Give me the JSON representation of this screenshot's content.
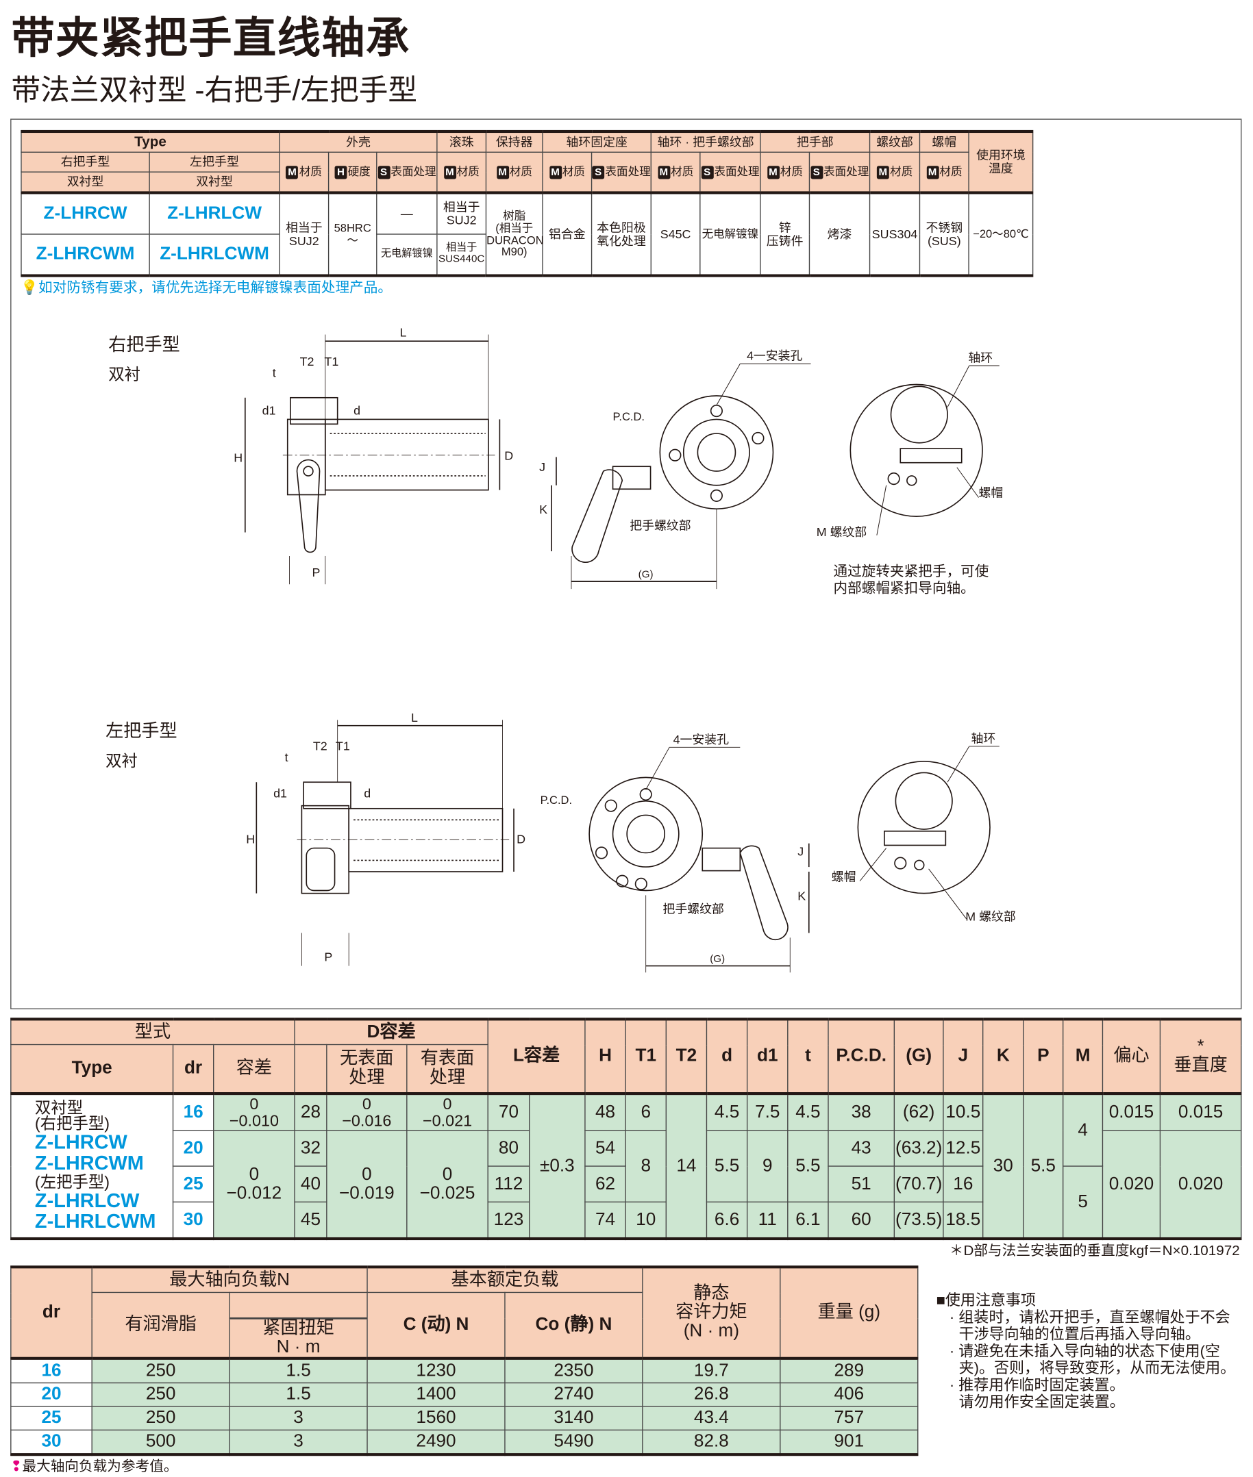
{
  "title": "带夹紧把手直线轴承",
  "subtitle": "带法兰双衬型 -右把手/左把手型",
  "material_table": {
    "header": {
      "type": "Type",
      "housing": "外壳",
      "ball": "滚珠",
      "retainer": "保持器",
      "collar_seat": "轴环固定座",
      "collar_thread": "轴环 · 把手螺纹部",
      "handle": "把手部",
      "thread": "螺纹部",
      "nut": "螺帽",
      "env_temp": "使用环境\n温度",
      "right_handle": "右把手型",
      "left_handle": "左把手型",
      "double_right": "双衬型",
      "double_left": "双衬型"
    },
    "subheaders": [
      {
        "badge": "M",
        "label": "材质"
      },
      {
        "badge": "H",
        "label": "硬度"
      },
      {
        "badge": "S",
        "label": "表面处理"
      },
      {
        "badge": "M",
        "label": "材质"
      },
      {
        "badge": "M",
        "label": "材质"
      },
      {
        "badge": "M",
        "label": "材质"
      },
      {
        "badge": "S",
        "label": "表面处理"
      },
      {
        "badge": "M",
        "label": "材质"
      },
      {
        "badge": "S",
        "label": "表面处理"
      },
      {
        "badge": "M",
        "label": "材质"
      },
      {
        "badge": "S",
        "label": "表面处理"
      },
      {
        "badge": "M",
        "label": "材质"
      },
      {
        "badge": "M",
        "label": "材质"
      }
    ],
    "rows": [
      {
        "right": "Z-LHRCW",
        "left": "Z-LHRLCW",
        "housing_surface": "—",
        "ball_material": "相当于\nSUJ2"
      },
      {
        "right": "Z-LHRCWM",
        "left": "Z-LHRLCWM",
        "housing_surface": "无电解镀镍",
        "ball_material": "相当于\nSUS440C"
      }
    ],
    "shared": {
      "housing_material": "相当于\nSUJ2",
      "housing_hardness": "58HRC～",
      "retainer": "树脂\n(相当于\nDURACON\nM90)",
      "seat_material": "铝合金",
      "seat_surface": "本色阳极\n氧化处理",
      "collar_material": "S45C",
      "collar_surface": "无电解镀镍",
      "handle_material": "锌\n压铸件",
      "handle_surface": "烤漆",
      "thread_material": "SUS304",
      "nut_material": "不锈钢\n(SUS)",
      "env_temp": "−20～80℃"
    },
    "note": "如对防锈有要求，请优先选择无电解镀镍表面处理产品。"
  },
  "diagrams": {
    "right": {
      "title": "右把手型",
      "subtitle": "双衬",
      "L": "L",
      "T2": "T2",
      "T1": "T1",
      "t": "t",
      "d1": "d1",
      "d": "d",
      "H": "H",
      "D": "D",
      "P": "P",
      "holes": "4一安装孔",
      "pcd": "P.C.D.",
      "J": "J",
      "K": "K",
      "handle_thread": "把手螺纹部",
      "G": "(G)",
      "collar": "轴环",
      "nut": "螺帽",
      "m_thread": "M 螺纹部",
      "note_1": "通过旋转夹紧把手，可使",
      "note_2": "内部螺帽紧扣导向轴。"
    },
    "left": {
      "title": "左把手型",
      "subtitle": "双衬",
      "L": "L",
      "T2": "T2",
      "T1": "T1",
      "t": "t",
      "d1": "d1",
      "d": "d",
      "H": "H",
      "D": "D",
      "P": "P",
      "holes": "4一安装孔",
      "pcd": "P.C.D.",
      "J": "J",
      "K": "K",
      "handle_thread": "把手螺纹部",
      "G": "(G)",
      "collar": "轴环",
      "nut": "螺帽",
      "m_thread": "M 螺纹部"
    }
  },
  "spec_table": {
    "header": {
      "model": "型式",
      "d_tol": "D容差",
      "type": "Type",
      "dr": "dr",
      "tol": "容差",
      "no_surface": "无表面\n处理",
      "with_surface": "有表面\n处理",
      "l_tol": "L容差",
      "H": "H",
      "T1": "T1",
      "T2": "T2",
      "d": "d",
      "d1": "d1",
      "t": "t",
      "pcd": "P.C.D.",
      "G": "(G)",
      "J": "J",
      "K": "K",
      "P": "P",
      "M": "M",
      "ecc": "偏心",
      "perp_star": "*",
      "perp": "垂直度"
    },
    "type_lines": [
      "双衬型",
      "(右把手型)",
      "Z-LHRCW",
      "Z-LHRCWM",
      "(左把手型)",
      "Z-LHRLCW",
      "Z-LHRLCWM"
    ],
    "rows": [
      {
        "dr": "16",
        "D": "28",
        "L": "70",
        "H": "48",
        "pcd": "38",
        "G": "(62)",
        "J": "10.5"
      },
      {
        "dr": "20",
        "D": "32",
        "L": "80",
        "H": "54",
        "pcd": "43",
        "G": "(63.2)",
        "J": "12.5"
      },
      {
        "dr": "25",
        "D": "40",
        "L": "112",
        "H": "62",
        "pcd": "51",
        "G": "(70.7)",
        "J": "16"
      },
      {
        "dr": "30",
        "D": "45",
        "L": "123",
        "H": "74",
        "pcd": "60",
        "G": "(73.5)",
        "J": "18.5"
      }
    ],
    "merged": {
      "tol_16": "0\n−0.010",
      "tol_rest": "0\n−0.012",
      "no_16": "0\n−0.016",
      "no_rest": "0\n−0.019",
      "with_16": "0\n−0.021",
      "with_rest": "0\n−0.025",
      "l_tol": "±0.3",
      "T1_16": "6",
      "T1_mid": "8",
      "T1_30": "10",
      "T2": "14",
      "d_16": "4.5",
      "d_mid": "5.5",
      "d_30": "6.6",
      "d1_16": "7.5",
      "d1_mid": "9",
      "d1_30": "11",
      "t_16": "4.5",
      "t_mid": "5.5",
      "t_30": "6.1",
      "K": "30",
      "P": "5.5",
      "M_a": "4",
      "M_b": "5",
      "ecc_16": "0.015",
      "ecc_rest": "0.020",
      "perp_16": "0.015",
      "perp_rest": "0.020"
    },
    "footnote": "＊D部与法兰安装面的垂直度kgf＝N×0.101972"
  },
  "load_table": {
    "header": {
      "dr": "dr",
      "max_axial": "最大轴向负载N",
      "basic_load": "基本额定负载",
      "grease": "有润滑脂",
      "torque": "紧固扭矩\nN · m",
      "C": "C (动) N",
      "Co": "Co (静) N",
      "static_moment": "静态\n容许力矩\n(N · m)",
      "weight": "重量 (g)"
    },
    "rows": [
      {
        "dr": "16",
        "grease": "250",
        "torque": "1.5",
        "C": "1230",
        "Co": "2350",
        "moment": "19.7",
        "weight": "289"
      },
      {
        "dr": "20",
        "grease": "250",
        "torque": "1.5",
        "C": "1400",
        "Co": "2740",
        "moment": "26.8",
        "weight": "406"
      },
      {
        "dr": "25",
        "grease": "250",
        "torque": "3",
        "C": "1560",
        "Co": "3140",
        "moment": "43.4",
        "weight": "757"
      },
      {
        "dr": "30",
        "grease": "500",
        "torque": "3",
        "C": "2490",
        "Co": "5490",
        "moment": "82.8",
        "weight": "901"
      }
    ],
    "footnote": "最大轴向负载为参考值。"
  },
  "notes": {
    "title": "使用注意事项",
    "items": [
      "· 组装时，请松开把手，直至螺帽处于不会干涉导向轴的位置后再插入导向轴。",
      "· 请避免在未插入导向轴的状态下使用(空夹)。否则，将导致变形，从而无法使用。",
      "· 推荐用作临时固定装置。\n请勿用作安全固定装置。"
    ]
  },
  "colors": {
    "header": "#f8d0b9",
    "body": "#cde6d1",
    "accent": "#0097dc"
  }
}
